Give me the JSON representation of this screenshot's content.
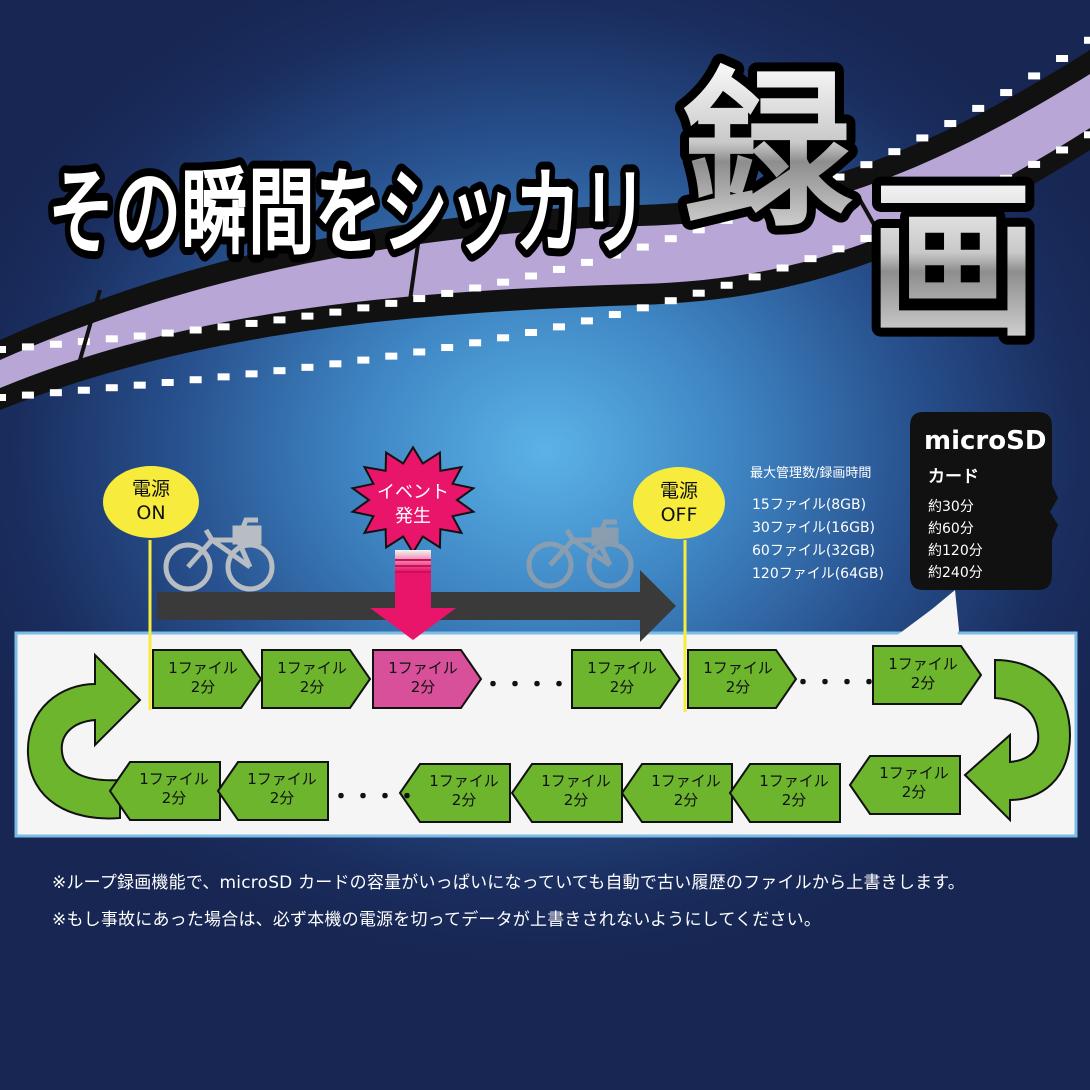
{
  "title": {
    "main": "その瞬間をシッカリ",
    "rec_char1": "録",
    "rec_char2": "画"
  },
  "markers": {
    "power_on": {
      "line1": "電源",
      "line2": "ON"
    },
    "event": {
      "line1": "イベント",
      "line2": "発生"
    },
    "power_off": {
      "line1": "電源",
      "line2": "OFF"
    }
  },
  "storage": {
    "heading": "最大管理数/録画時間",
    "rows": [
      {
        "files": "15ファイル(8GB)",
        "time": "約30分"
      },
      {
        "files": "30ファイル(16GB)",
        "time": "約60分"
      },
      {
        "files": "60ファイル(32GB)",
        "time": "約120分"
      },
      {
        "files": "120ファイル(64GB)",
        "time": "約240分"
      }
    ],
    "card_brand": "microSD",
    "card_sub": "カード"
  },
  "file_block": {
    "line1": "1ファイル",
    "line2": "2分"
  },
  "ellipsis": "・・・・",
  "notes": [
    "※ループ録画機能で、microSD カードの容量がいっぱいになっていても自動で古い履歴のファイルから上書きします。",
    "※もし事故にあった場合は、必ず本機の電源を切ってデータが上書きされないようにしてください。"
  ],
  "colors": {
    "block_green": "#6cb52d",
    "block_event": "#d9509a",
    "film_purple": "#b8a6d6",
    "marker_yellow": "#f7ec3e",
    "burst_pink": "#e8156a"
  }
}
